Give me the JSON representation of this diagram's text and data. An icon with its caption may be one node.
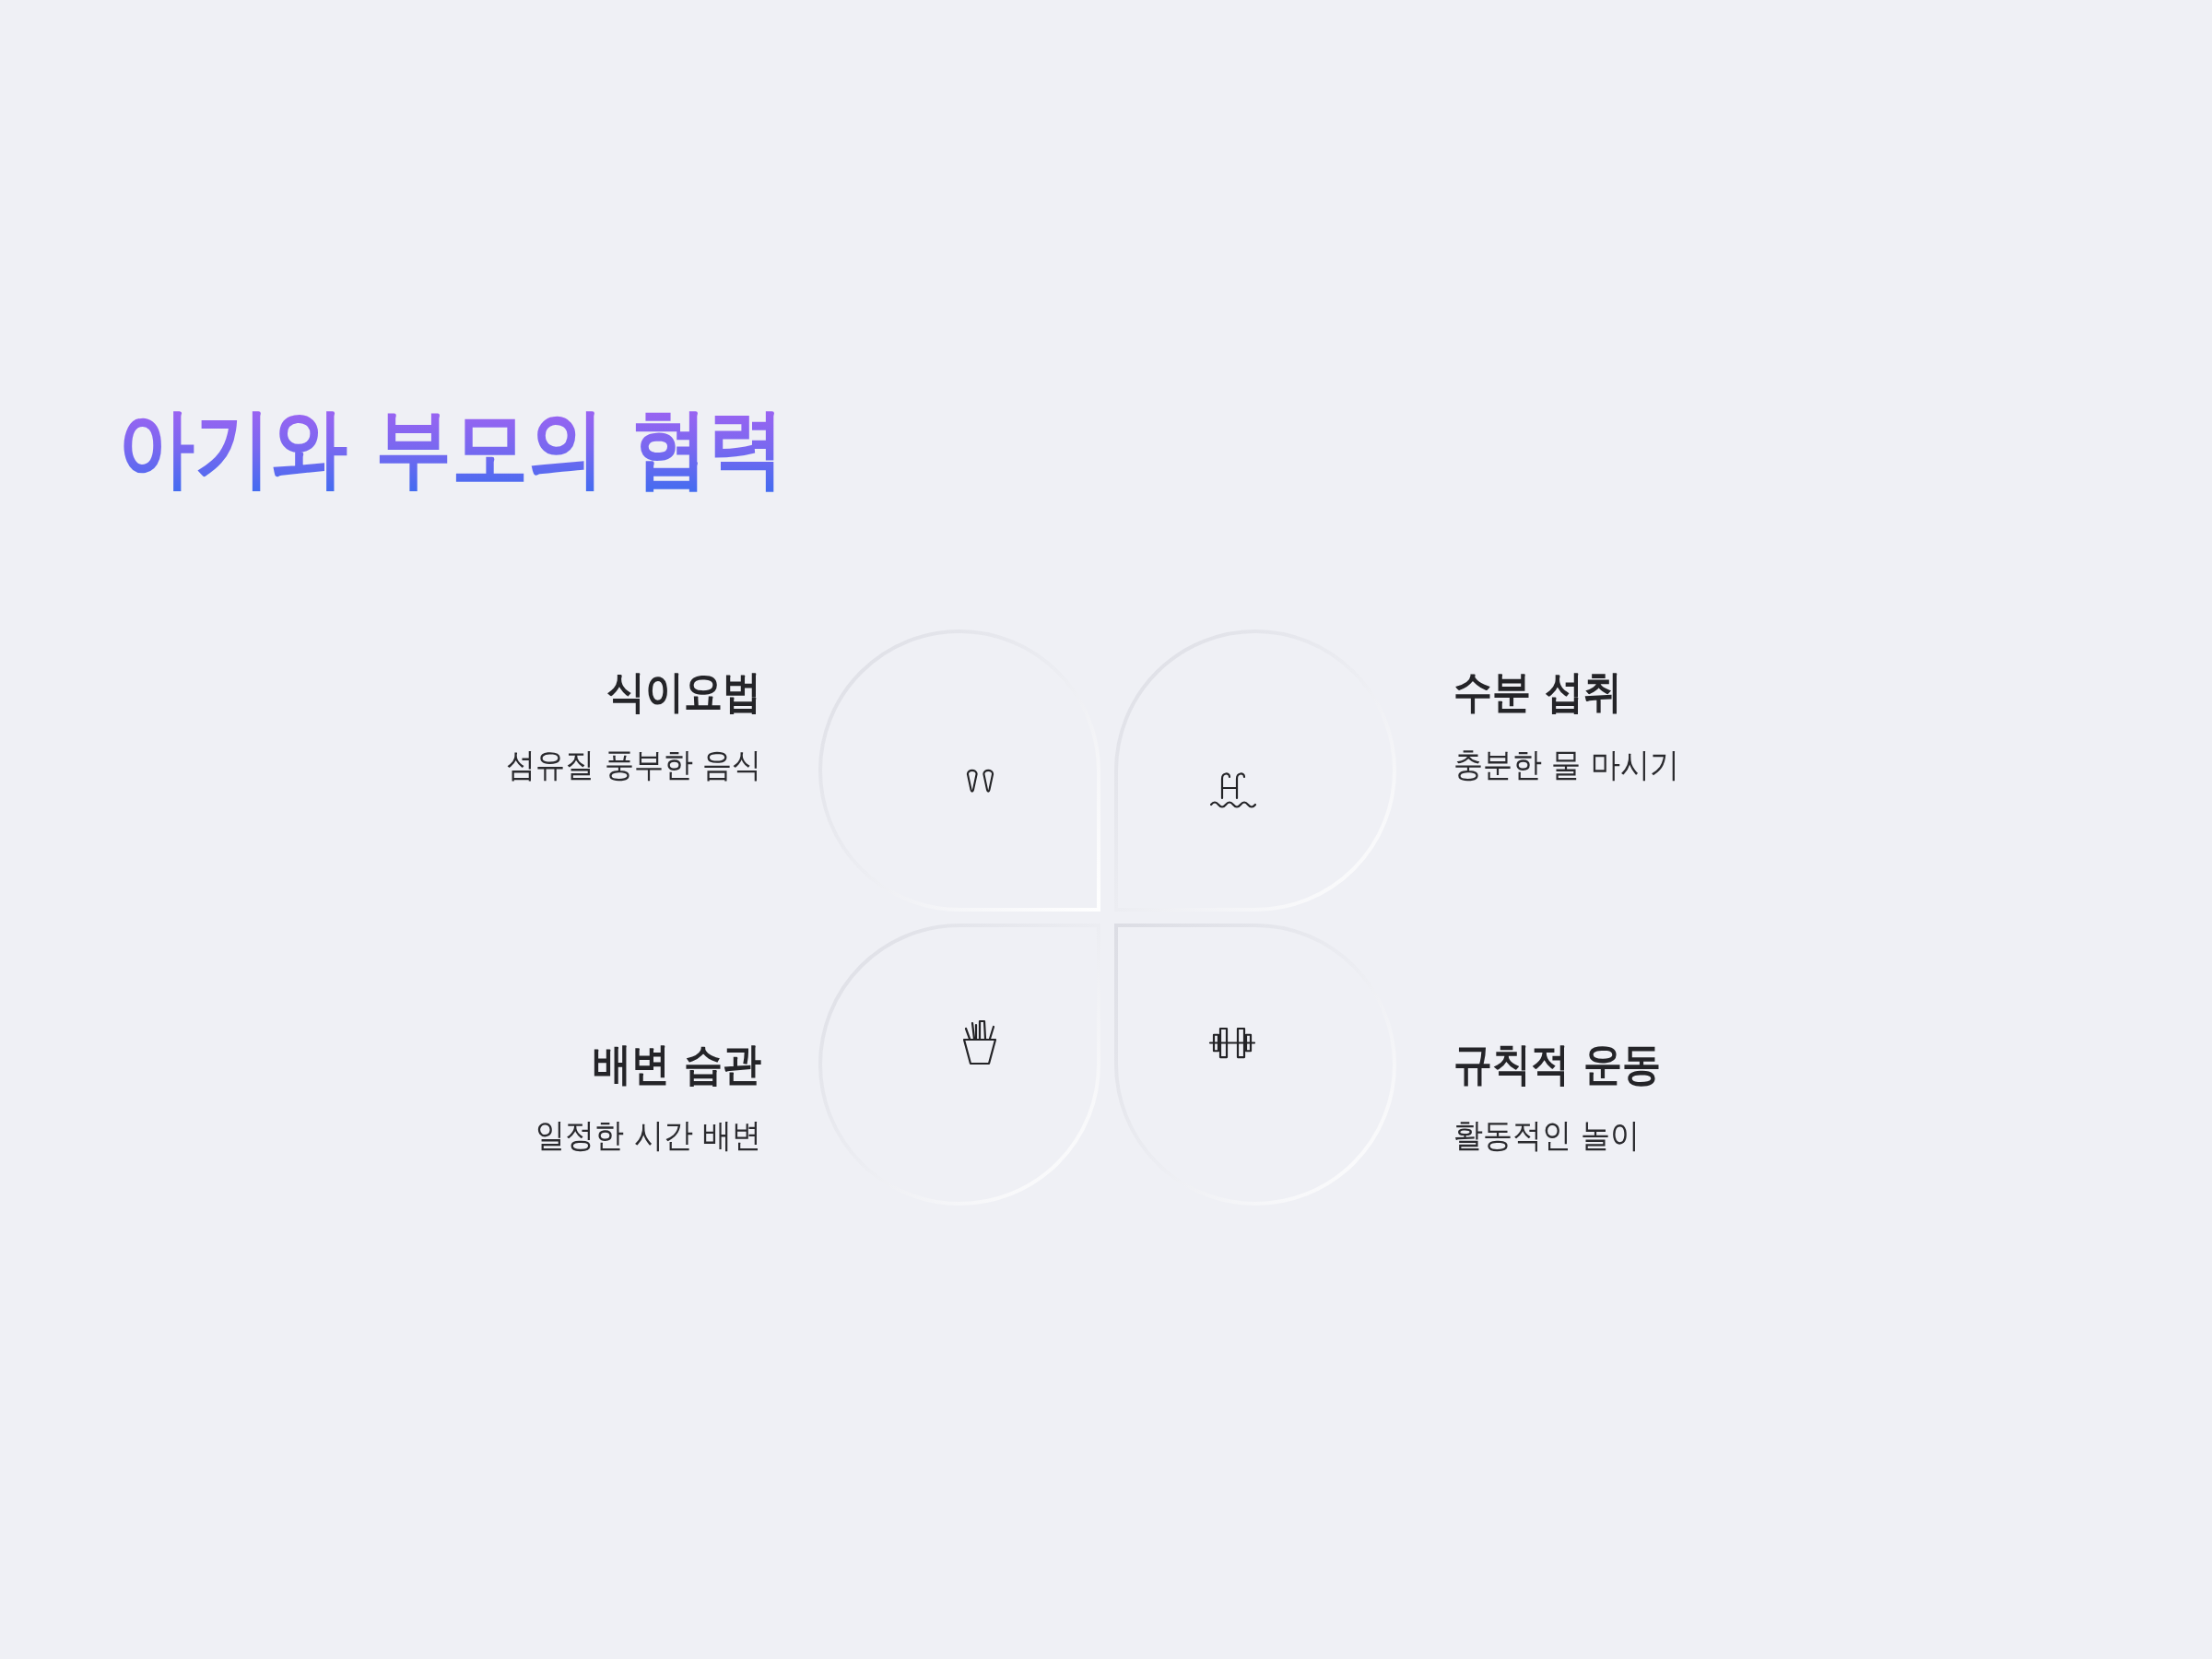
{
  "diagram": {
    "title": "아기와 부모의 협력",
    "nodes": [
      {
        "text": [
          "식이요법",
          "섬유질 풍부한 음식"
        ]
      },
      {
        "text": [
          "수분 섭취",
          "충분한 물 마시기"
        ]
      },
      {
        "text": [
          "배변 습관",
          "일정한 시간 배변"
        ]
      },
      {
        "text": [
          "규칙적 운동",
          "활동적인 놀이"
        ]
      }
    ]
  }
}
